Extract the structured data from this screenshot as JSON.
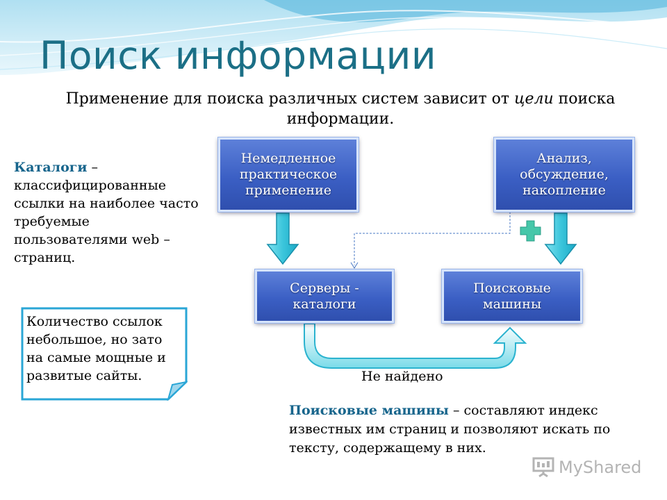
{
  "slide": {
    "title": "Поиск информации",
    "intro": {
      "before": "Применение для поиска различных систем зависит от ",
      "emphasis": "цели",
      "after": " поиска информации."
    },
    "catalogs": {
      "term": "Каталоги",
      "definition": " – классифицированные ссылки на наиболее часто требуемые пользователями web – страниц."
    },
    "note": "Количество ссылок небольшое, но зато на самые мощные и развитые сайты.",
    "nodes": {
      "immediate": "Немедленное практическое применение",
      "analysis": "Анализ, обсуждение, накопление",
      "servers": "Серверы - каталоги",
      "engines": "Поисковые машины"
    },
    "not_found": "Не найдено",
    "search_engines": {
      "term": "Поисковые машины",
      "definition": " – составляют индекс известных им страниц и позволяют искать по тексту, содержащему в них."
    },
    "watermark": "MyShared"
  },
  "colors": {
    "title": "#1b6f86",
    "accent": "#17658c",
    "node_fill": "#3b5fc4",
    "arrow": "#3cc6dc"
  },
  "icons": {
    "plus": "plus-icon",
    "watermark_logo": "presentation-board-icon"
  }
}
